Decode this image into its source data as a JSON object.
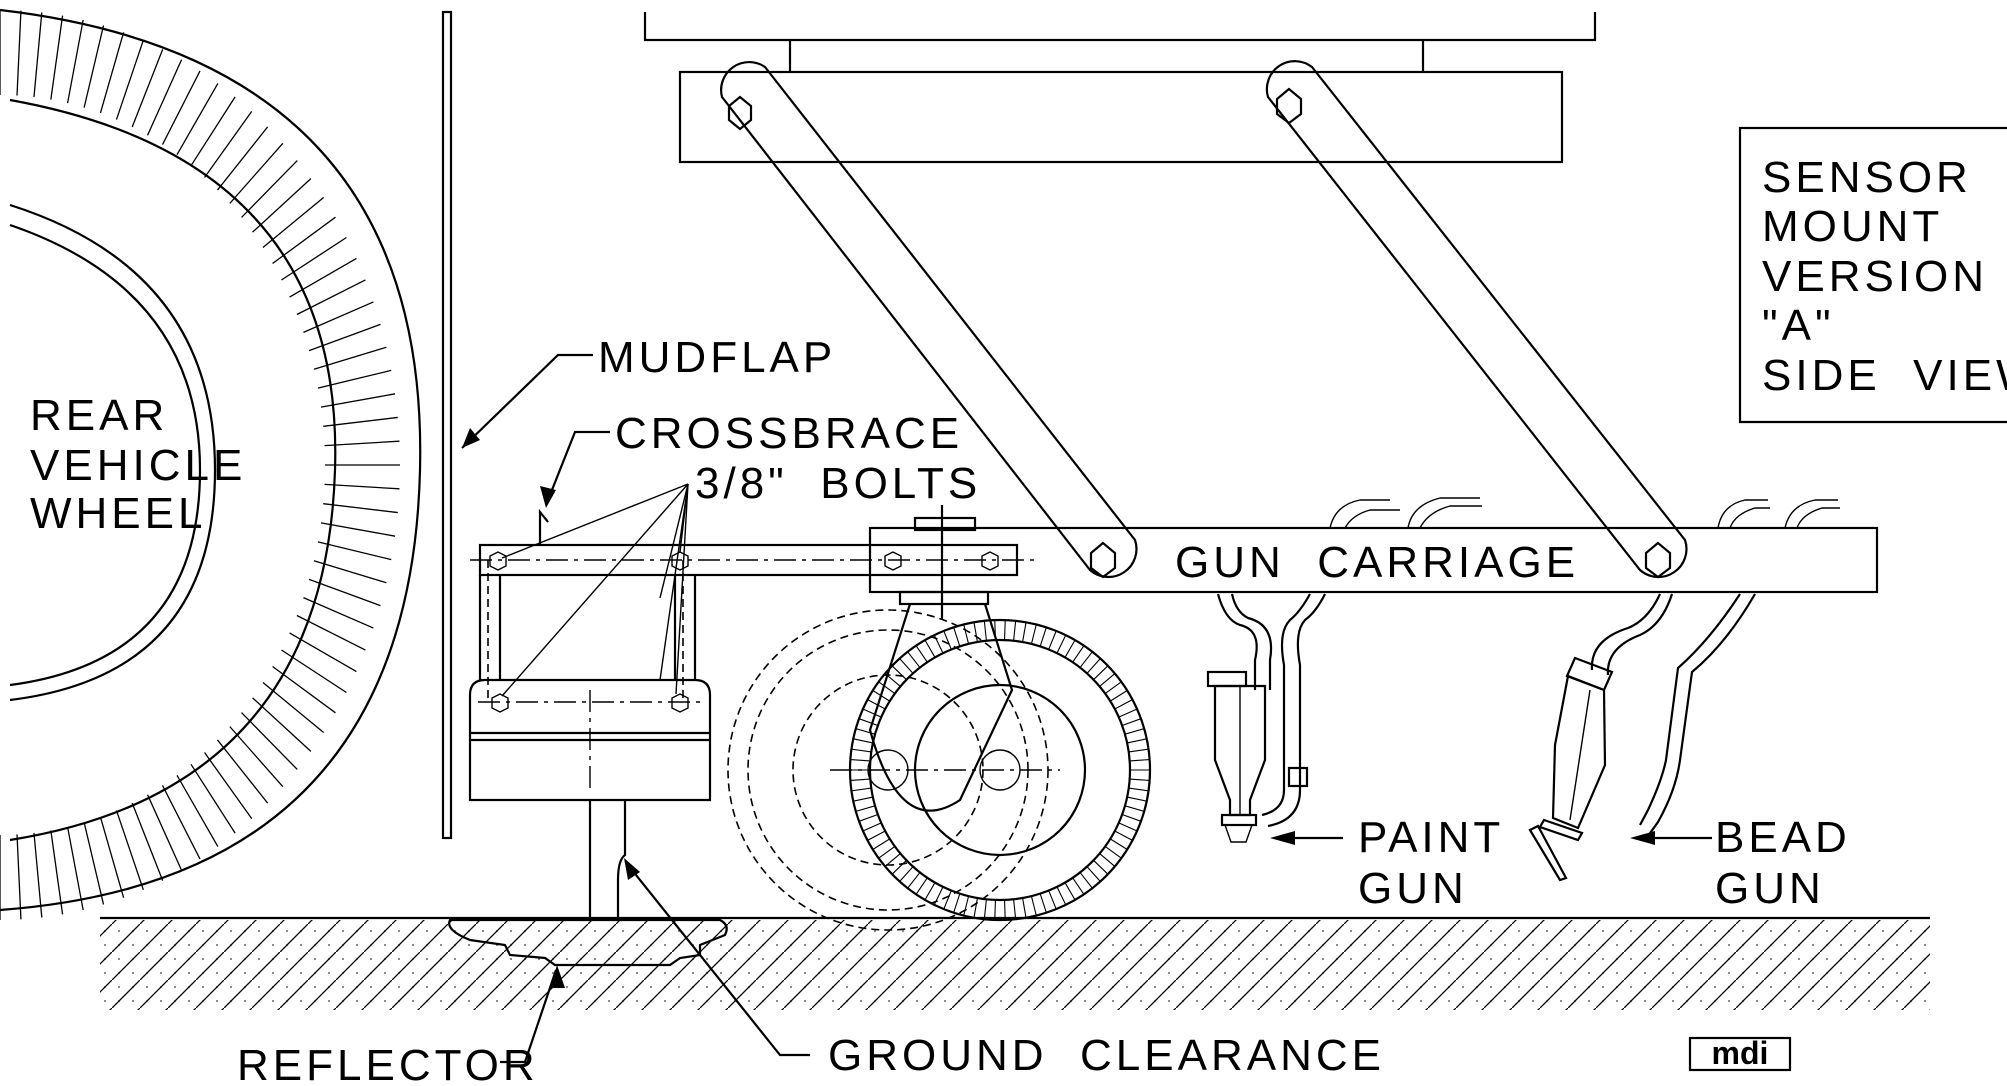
{
  "title_box": {
    "lines": [
      "SENSOR",
      "MOUNT",
      "VERSION",
      "\"A\"",
      "SIDE  VIEW"
    ]
  },
  "labels": {
    "rear_wheel": [
      "REAR",
      "VEHICLE",
      "WHEEL"
    ],
    "mudflap": "MUDFLAP",
    "crossbrace": "CROSSBRACE",
    "bolts": "3/8\"  BOLTS",
    "gun_carriage": "GUN  CARRIAGE",
    "paint_gun": [
      "PAINT",
      "GUN"
    ],
    "bead_gun": [
      "BEAD",
      "GUN"
    ],
    "reflector": "REFLECTOR",
    "ground_clearance": "GROUND  CLEARANCE"
  },
  "logo": {
    "text": "mdi"
  },
  "colors": {
    "ink": "#000000",
    "paper": "#ffffff"
  }
}
